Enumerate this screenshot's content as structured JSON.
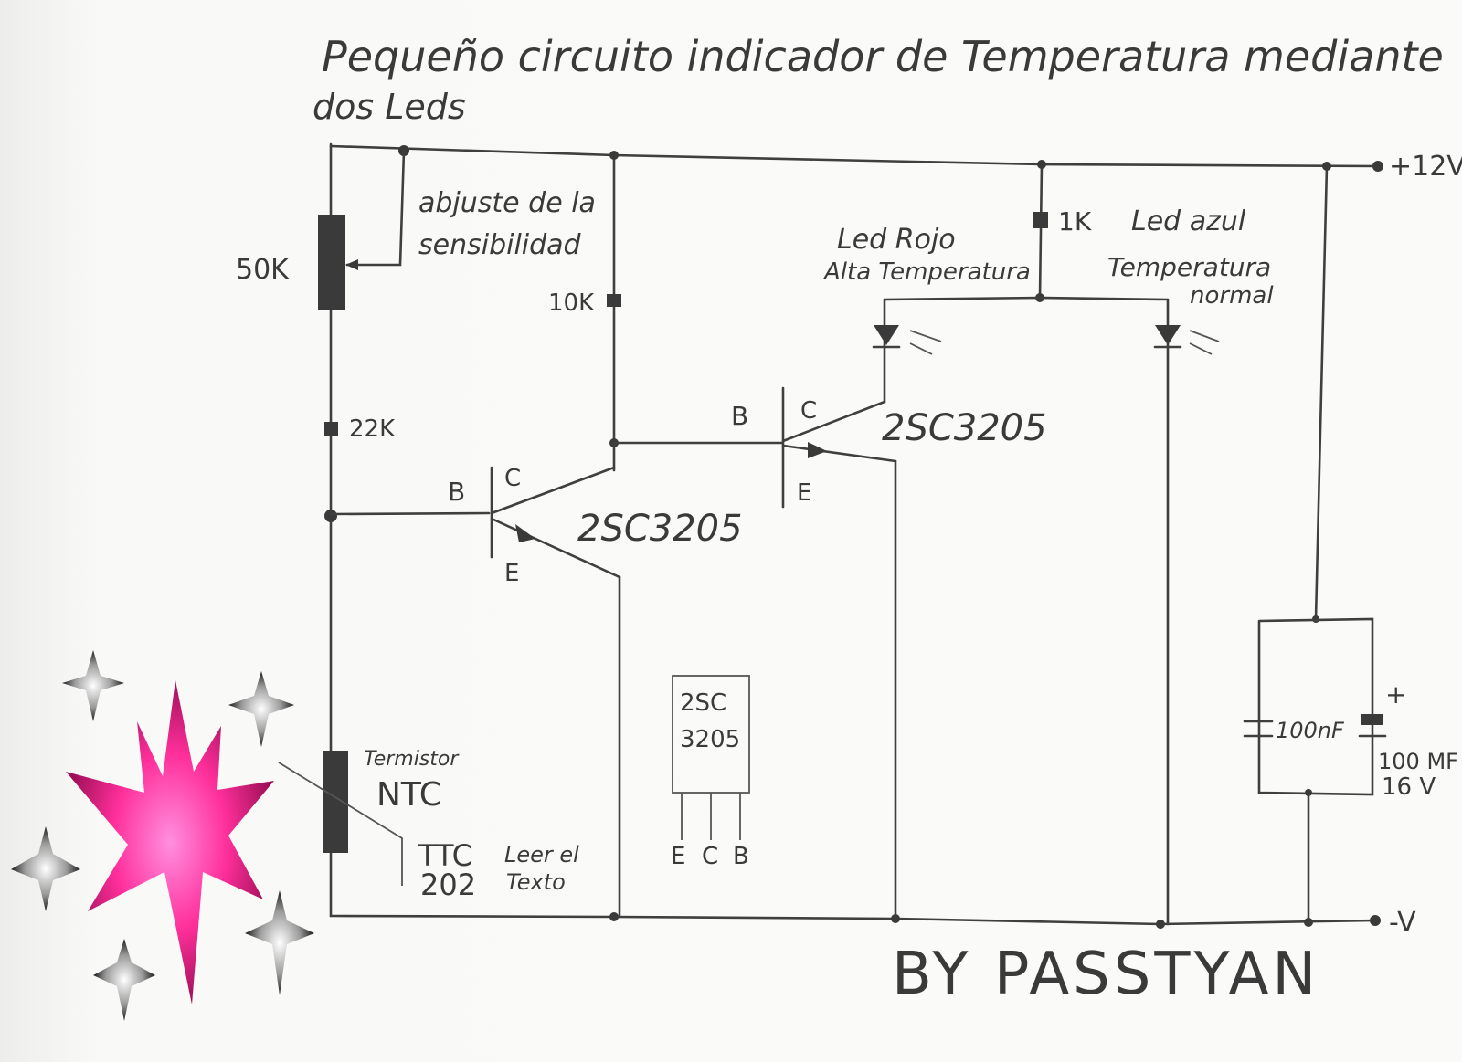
{
  "title_line1": "Pequeño circuito indicador de Temperatura mediante",
  "title_line2": "dos Leds",
  "rails": {
    "positive": "+12V",
    "negative": "-V"
  },
  "potentiometer": {
    "value": "50K",
    "note_line1": "abjuste de la",
    "note_line2": "sensibilidad"
  },
  "resistors": {
    "r_collector": "10K",
    "r_bias": "22K",
    "r_led": "1K"
  },
  "leds": {
    "red_line1": "Led Rojo",
    "red_line2": "Alta Temperatura",
    "blue_line1": "Led azul",
    "blue_line2": "Temperatura",
    "blue_line3": "normal"
  },
  "transistors": {
    "part": "2SC3205",
    "pin_b": "B",
    "pin_c": "C",
    "pin_e": "E"
  },
  "package": {
    "line1": "2SC",
    "line2": "3205",
    "pins": [
      "E",
      "C",
      "B"
    ]
  },
  "thermistor": {
    "label1": "Termistor",
    "label2": "NTC",
    "code1": "TTC",
    "code2": "202",
    "note1": "Leer el",
    "note2": "Texto"
  },
  "capacitors": {
    "c1": "100nF",
    "c2_line1": "100 MF",
    "c2_line2": "16 V",
    "c2_polarity": "+"
  },
  "signature": "BY PASSTYAN",
  "colors": {
    "ink": "#3a3a3a",
    "paper": "#fafaf8",
    "star_pink": "#ff3ca0",
    "star_grey": "#888888"
  }
}
